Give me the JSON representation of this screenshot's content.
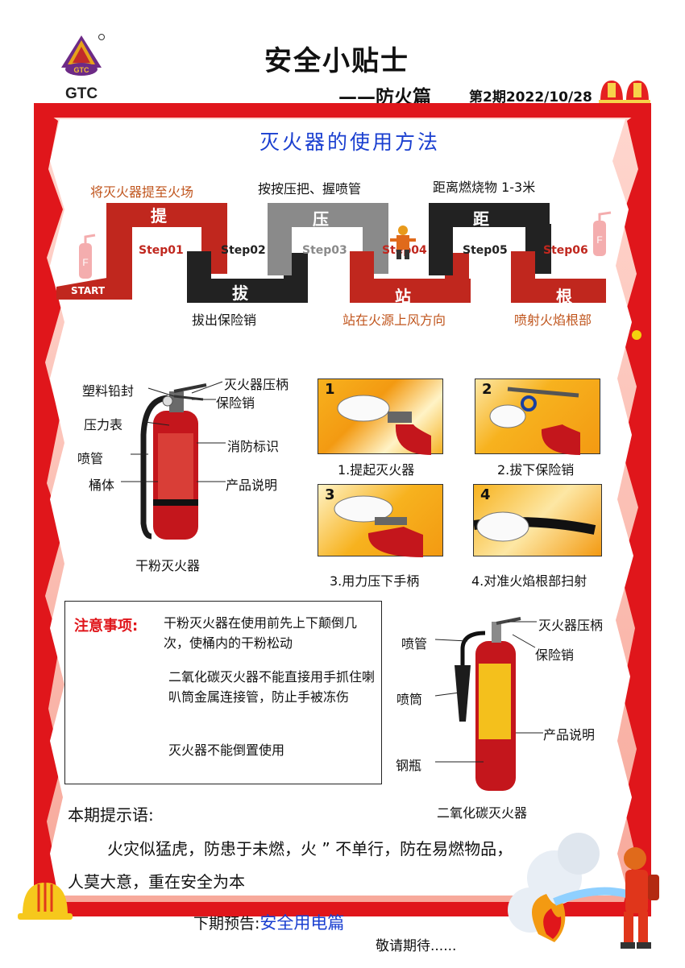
{
  "header": {
    "logo_text": "GTC",
    "title": "安全小贴士",
    "subtitle": "——防火篇",
    "issue": "第2期2022/10/28"
  },
  "section_title": "灭火器的使用方法",
  "steps": {
    "start_label": "START",
    "labels": [
      "Step01",
      "Step02",
      "Step03",
      "Step04",
      "Step05",
      "Step06"
    ],
    "chars": [
      "提",
      "拔",
      "压",
      "站",
      "距",
      "根"
    ],
    "captions": [
      "将灭火器提至火场",
      "拔出保险销",
      "按按压把、握喷管",
      "站在火源上风方向",
      "距离燃烧物 1-3米",
      "喷射火焰根部"
    ]
  },
  "dry_powder": {
    "labels": [
      "塑料铅封",
      "压力表",
      "喷管",
      "桶体",
      "灭火器压柄",
      "保险销",
      "消防标识",
      "产品说明"
    ],
    "caption": "干粉灭火器"
  },
  "usage_photos": [
    {
      "num": "1",
      "caption": "1.提起灭火器"
    },
    {
      "num": "2",
      "caption": "2.拔下保险销"
    },
    {
      "num": "3",
      "caption": "3.用力压下手柄"
    },
    {
      "num": "4",
      "caption": "4.对准火焰根部扫射"
    }
  ],
  "notes": {
    "title": "注意事项:",
    "items": [
      "干粉灭火器在使用前先上下颠倒几次，使桶内的干粉松动",
      "二氧化碳灭火器不能直接用手抓住喇叭筒金属连接管，防止手被冻伤",
      "灭火器不能倒置使用"
    ]
  },
  "co2": {
    "labels": [
      "喷管",
      "喷筒",
      "钢瓶",
      "灭火器压柄",
      "保险销",
      "产品说明"
    ],
    "caption": "二氧化碳灭火器"
  },
  "tip": {
    "title": "本期提示语:",
    "line1": "火灾似猛虎，防患于未燃，火 ” 不单行，防在易燃物品，",
    "line2": "人莫大意，重在安全为本"
  },
  "footer": {
    "next_label": "下期预告:",
    "next_value": "安全用电篇",
    "closing": "敬请期待......"
  },
  "colors": {
    "accent_red": "#e0161b",
    "step_red": "#c0271e",
    "step_black": "#222222",
    "step_gray": "#8a8a8a",
    "title_blue": "#1a3fd0",
    "caption_brown": "#c0551d"
  }
}
